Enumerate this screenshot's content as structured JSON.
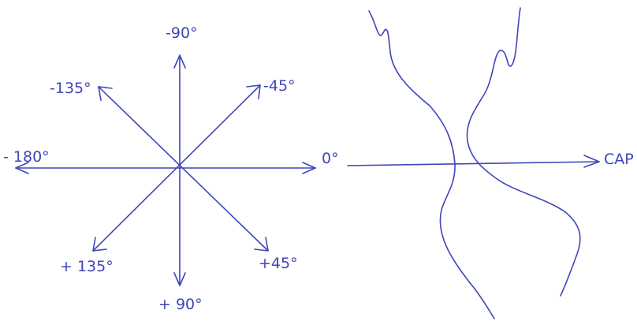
{
  "compass": {
    "labels": {
      "n": "-90°",
      "ne": "-45°",
      "e": "0°",
      "se": "+45°",
      "s": "+ 90°",
      "sw": "+ 135°",
      "w": "- 180°",
      "nw": "-135°"
    }
  },
  "heading": {
    "label": "CAP"
  },
  "colors": {
    "ink": "#3f45b8",
    "background": "#ffffff"
  }
}
